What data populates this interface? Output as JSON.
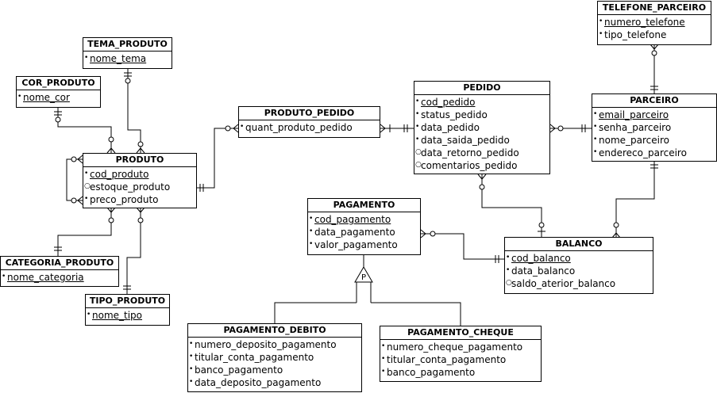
{
  "diagram": {
    "entities": {
      "telefone_parceiro": {
        "title": "TELEFONE_PARCEIRO",
        "attributes": [
          {
            "name": "numero_telefone",
            "marker": "•",
            "pk": true
          },
          {
            "name": "tipo_telefone",
            "marker": "•",
            "pk": false
          }
        ]
      },
      "tema_produto": {
        "title": "TEMA_PRODUTO",
        "attributes": [
          {
            "name": "nome_tema",
            "marker": "•",
            "pk": true
          }
        ]
      },
      "cor_produto": {
        "title": "COR_PRODUTO",
        "attributes": [
          {
            "name": "nome_cor",
            "marker": "•",
            "pk": true
          }
        ]
      },
      "produto_pedido": {
        "title": "PRODUTO_PEDIDO",
        "attributes": [
          {
            "name": "quant_produto_pedido",
            "marker": "•",
            "pk": false
          }
        ]
      },
      "pedido": {
        "title": "PEDIDO",
        "attributes": [
          {
            "name": "cod_pedido",
            "marker": "•",
            "pk": true
          },
          {
            "name": "status_pedido",
            "marker": "•",
            "pk": false
          },
          {
            "name": "data_pedido",
            "marker": "•",
            "pk": false
          },
          {
            "name": "data_saida_pedido",
            "marker": "•",
            "pk": false
          },
          {
            "name": "data_retorno_pedido",
            "marker": "○",
            "pk": false
          },
          {
            "name": "comentarios_pedido",
            "marker": "○",
            "pk": false
          }
        ]
      },
      "parceiro": {
        "title": "PARCEIRO",
        "attributes": [
          {
            "name": "email_parceiro",
            "marker": "•",
            "pk": true
          },
          {
            "name": "senha_parceiro",
            "marker": "•",
            "pk": false
          },
          {
            "name": "nome_parceiro",
            "marker": "•",
            "pk": false
          },
          {
            "name": "endereco_parceiro",
            "marker": "•",
            "pk": false
          }
        ]
      },
      "produto": {
        "title": "PRODUTO",
        "attributes": [
          {
            "name": "cod_produto",
            "marker": "•",
            "pk": true
          },
          {
            "name": "estoque_produto",
            "marker": "○",
            "pk": false
          },
          {
            "name": "preco_produto",
            "marker": "•",
            "pk": false
          }
        ]
      },
      "pagamento": {
        "title": "PAGAMENTO",
        "attributes": [
          {
            "name": "cod_pagamento",
            "marker": "•",
            "pk": true
          },
          {
            "name": "data_pagamento",
            "marker": "•",
            "pk": false
          },
          {
            "name": "valor_pagamento",
            "marker": "•",
            "pk": false
          }
        ]
      },
      "balanco": {
        "title": "BALANCO",
        "attributes": [
          {
            "name": "cod_balanco",
            "marker": "•",
            "pk": true
          },
          {
            "name": "data_balanco",
            "marker": "•",
            "pk": false
          },
          {
            "name": "saldo_aterior_balanco",
            "marker": "○",
            "pk": false
          }
        ]
      },
      "categoria_produto": {
        "title": "CATEGORIA_PRODUTO",
        "attributes": [
          {
            "name": "nome_categoria",
            "marker": "•",
            "pk": true
          }
        ]
      },
      "tipo_produto": {
        "title": "TIPO_PRODUTO",
        "attributes": [
          {
            "name": "nome_tipo",
            "marker": "•",
            "pk": true
          }
        ]
      },
      "pagamento_debito": {
        "title": "PAGAMENTO_DEBITO",
        "attributes": [
          {
            "name": "numero_deposito_pagamento",
            "marker": "•",
            "pk": false
          },
          {
            "name": "titular_conta_pagamento",
            "marker": "•",
            "pk": false
          },
          {
            "name": "banco_pagamento",
            "marker": "•",
            "pk": false
          },
          {
            "name": "data_deposito_pagamento",
            "marker": "•",
            "pk": false
          }
        ]
      },
      "pagamento_cheque": {
        "title": "PAGAMENTO_CHEQUE",
        "attributes": [
          {
            "name": "numero_cheque_pagamento",
            "marker": "•",
            "pk": false
          },
          {
            "name": "titular_conta_pagamento",
            "marker": "•",
            "pk": false
          },
          {
            "name": "banco_pagamento",
            "marker": "•",
            "pk": false
          }
        ]
      }
    },
    "inheritance_symbol": "P"
  }
}
